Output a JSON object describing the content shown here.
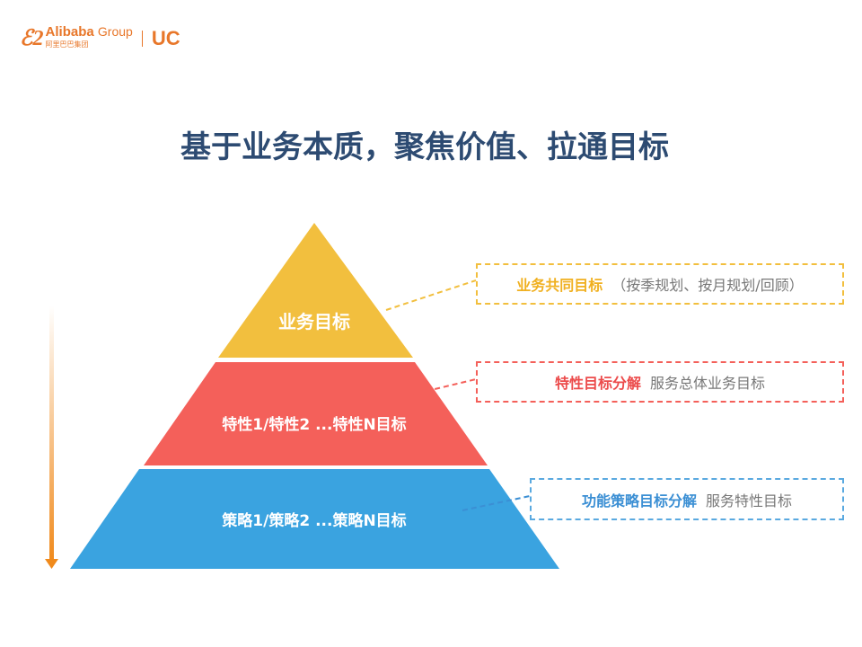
{
  "logo": {
    "brand": "Alibaba",
    "group": "Group",
    "cn": "阿里巴巴集团",
    "product": "UC"
  },
  "title": "基于业务本质，聚焦价值、拉通目标",
  "pyramid": [
    {
      "label": "业务目标",
      "color": "#f2bf3e"
    },
    {
      "label": "特性1/特性2 ...特性N目标",
      "color": "#f4605a"
    },
    {
      "label": "策略1/策略2 ...策略N目标",
      "color": "#3aa3e0"
    }
  ],
  "callouts": [
    {
      "key": "业务共同目标",
      "desc": "（按季规划、按月规划/回顾）",
      "color": "#f2bf3e"
    },
    {
      "key": "特性目标分解",
      "desc": "服务总体业务目标",
      "color": "#ec4b4b"
    },
    {
      "key": "功能策略目标分解",
      "desc": "服务特性目标",
      "color": "#3b8fd4"
    }
  ]
}
